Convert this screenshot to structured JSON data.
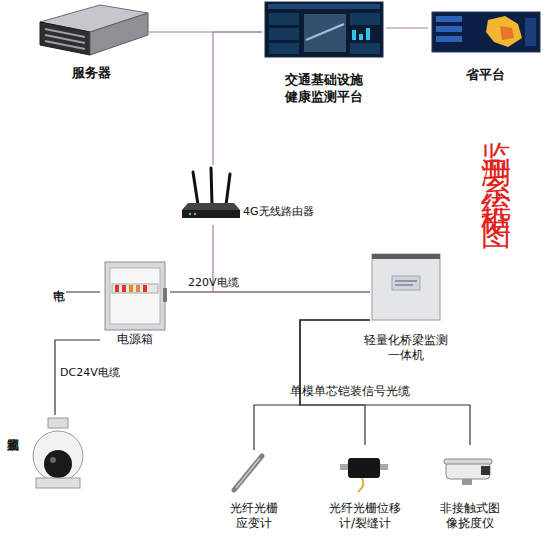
{
  "diagram": {
    "nodes": [
      {
        "text": [
          "服务器"
        ]
      },
      {
        "text": [
          "交通基础设施 健康监测平台"
        ]
      },
      {
        "text": [
          "省平台"
        ]
      },
      {
        "text": [
          "4G无线路由器"
        ]
      },
      {
        "text": [
          "电源箱"
        ]
      },
      {
        "text": [
          "轻量化桥梁监测 一体机"
        ]
      },
      {
        "text": [
          "视频监测"
        ]
      },
      {
        "text": [
          "光纤光栅 应变计"
        ]
      },
      {
        "text": [
          "光纤光栅位移 计/裂缝计"
        ]
      },
      {
        "text": [
          "非接触式图 像挠度仪"
        ]
      }
    ],
    "edges": [
      {
        "from": 0,
        "to": 1,
        "arrow": "none"
      },
      {
        "from": 1,
        "to": 2,
        "arrow": "none"
      },
      {
        "from": 3,
        "to": 1,
        "arrow": "none"
      },
      {
        "from": 4,
        "to": 5,
        "label": "220V电缆",
        "arrow": "none"
      },
      {
        "from": 3,
        "to": 5,
        "arrow": "none"
      },
      {
        "from": 4,
        "to": 6,
        "label": "DC24V电缆",
        "arrow": "none"
      },
      {
        "from": 5,
        "to": 7,
        "arrow": "none"
      },
      {
        "from": 5,
        "to": 8,
        "arrow": "none"
      },
      {
        "from": 5,
        "to": 9,
        "arrow": "none"
      }
    ],
    "labels": [
      "市电",
      "单模单芯铠装信号光缆",
      "监测系统框图"
    ]
  }
}
